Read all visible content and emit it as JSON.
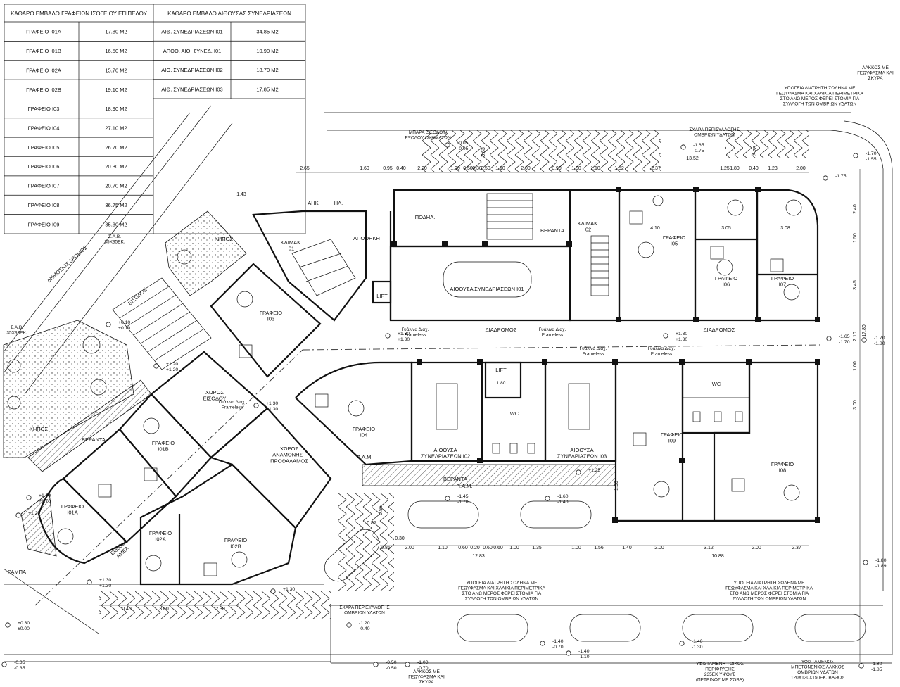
{
  "tables": {
    "left": {
      "title": "ΚΑΘΑΡΟ ΕΜΒΑΔΟ ΓΡΑΦΕΙΩΝ ΙΣΟΓΕΙΟΥ ΕΠΙΠΕΔΟΥ",
      "rows": [
        {
          "name": "ΓΡΑΦΕΙΟ I01A",
          "area": "17.80 Μ2"
        },
        {
          "name": "ΓΡΑΦΕΙΟ I01B",
          "area": "16.50 Μ2"
        },
        {
          "name": "ΓΡΑΦΕΙΟ I02A",
          "area": "15.70 Μ2"
        },
        {
          "name": "ΓΡΑΦΕΙΟ I02B",
          "area": "19.10 Μ2"
        },
        {
          "name": "ΓΡΑΦΕΙΟ I03",
          "area": "18.90 Μ2"
        },
        {
          "name": "ΓΡΑΦΕΙΟ I04",
          "area": "27.10 Μ2"
        },
        {
          "name": "ΓΡΑΦΕΙΟ I05",
          "area": "26.70 Μ2"
        },
        {
          "name": "ΓΡΑΦΕΙΟ I06",
          "area": "20.30 Μ2"
        },
        {
          "name": "ΓΡΑΦΕΙΟ I07",
          "area": "20.70 Μ2"
        },
        {
          "name": "ΓΡΑΦΕΙΟ I08",
          "area": "36.75 Μ2"
        },
        {
          "name": "ΓΡΑΦΕΙΟ I09",
          "area": "35.30 Μ2"
        }
      ]
    },
    "right": {
      "title": "ΚΑΘΑΡΟ ΕΜΒΑΔΟ ΑΙΘΟΥΣΑΣ ΣΥΝΕΔΡΙΑΣΕΩΝ",
      "rows": [
        {
          "name": "ΑΙΘ. ΣΥΝΕΔΡΙΑΣΕΩΝ I01",
          "area": "34.85 Μ2"
        },
        {
          "name": "ΑΠΟΘ. ΑΙΘ. ΣΥΝΕΔ. I01",
          "area": "10.90 Μ2"
        },
        {
          "name": "ΑΙΘ. ΣΥΝΕΔΡΙΑΣΕΩΝ I02",
          "area": "18.70 Μ2"
        },
        {
          "name": "ΑΙΘ. ΣΥΝΕΔΡΙΑΣΕΩΝ I03",
          "area": "17.85 Μ2"
        }
      ]
    }
  },
  "rooms": {
    "office_i03": "ΓΡΑΦΕΙΟ\nI03",
    "office_i04": "ΓΡΑΦΕΙΟ\nI04",
    "office_i05": "ΓΡΑΦΕΙΟ\nI05",
    "office_i06": "ΓΡΑΦΕΙΟ\nI06",
    "office_i07": "ΓΡΑΦΕΙΟ\nI07",
    "office_i08": "ΓΡΑΦΕΙΟ\nI08",
    "office_i09": "ΓΡΑΦΕΙΟ\nI09",
    "office_i01a": "ΓΡΑΦΕΙΟ\nI01A",
    "office_i01b": "ΓΡΑΦΕΙΟ\nI01B",
    "office_i02a": "ΓΡΑΦΕΙΟ\nI02A",
    "office_i02b": "ΓΡΑΦΕΙΟ\nI02B",
    "meeting_i01": "ΑΙΘΟΥΣΑ ΣΥΝΕΔΡΙΑΣΕΩΝ I01",
    "meeting_i02": "ΑΙΘΟΥΣΑ\nΣΥΝΕΔΡΙΑΣΕΩΝ I02",
    "meeting_i03": "ΑΙΘΟΥΣΑ\nΣΥΝΕΔΡΙΑΣΕΩΝ I03",
    "storage": "ΑΠΟΘΗΚΗ",
    "stair_01": "ΚΛΙΜΑΚ.\n01",
    "stair_02": "ΚΛΙΜΑΚ.\n02",
    "lift_top": "LIFT",
    "lift_mid": "LIFT",
    "wc_a": "WC",
    "wc_b": "WC",
    "corridor_a": "ΔΙΑΔΡΟΜΟΣ",
    "corridor_b": "ΔΙΑΔΡΟΜΟΣ",
    "entrance_space": "ΧΩΡΟΣ\nΕΙΣΟΔΟΥ",
    "waiting": "ΧΩΡΟΣ\nΑΝΑΜΟΝΗΣ -\nΠΡΟΘΑΛΑΜΟΣ",
    "entrance": "ΕΙΣΟΔΟΣ",
    "veranda_top": "ΒΕΡΑΝΤΑ",
    "veranda_left": "ΒΕΡΑΝΤΑ",
    "veranda_bottom": "ΒΕΡΑΝΤΑ",
    "garden_top": "ΚΗΠΟΣ",
    "garden_left": "ΚΗΠΟΣ",
    "public_road": "ΔΗΜΟΣΙΟΣ ΔΡΟΜΟΣ",
    "ramp": "ΡΑΜΠΑ",
    "disabled_entrance": "Είσοδος\nΑΜΕΑ",
    "parking_area": "ΠΟΔΗΛ.",
    "ank": "ΑΗΚ",
    "hl": "ΗΛ.",
    "pam_a": "Π.Α.Μ.",
    "pam_b": "Π.Α.Μ."
  },
  "annotations": {
    "barrier": "ΜΠΑΡΑ ΕΙΣΟΔΟΥ/\nΕΞΟΔΟΥ ΟΧΗΜΑΤΩΝ",
    "grate_top": "ΣΧΑΡΑ ΠΕΡΙΣΥΛΛΟΓΗΣ\nΟΜΒΡΙΩΝ ΥΔΑΤΩΝ",
    "grate_bottom": "ΣΧΑΡΑ ΠΕΡΙΣΥΛΛΟΓΗΣ\nΟΜΒΡΙΩΝ ΥΔΑΤΩΝ",
    "pit_top": "ΛΑΚΚΟΣ ΜΕ\nΓΕΩΥΦΑΣΜΑ ΚΑΙ\nΣΚΥΡΑ",
    "pit_bottom": "ΛΑΚΚΟΣ ΜΕ\nΓΕΩΥΦΑΣΜΑ ΚΑΙ\nΣΚΥΡΑ",
    "pipe_top": "ΥΠΟΓΕΙΑ ΔΙΑΤΡΗΤΗ ΣΩΛΗΝΑ ΜΕ\nΓΕΩΥΦΑΣΜΑ ΚΑΙ ΧΑΛΙΚΙΑ ΠΕΡΙΜΕΤΡΙΚΑ\nΣΤΟ ΑΝΩ ΜΕΡΟΣ ΦΕΡΕΙ ΣΤΟΜΙΑ ΓΙΑ\nΣΥΛΛΟΓΗ ΤΩΝ ΟΜΒΡΙΩΝ ΥΔΑΤΩΝ",
    "pipe_mid": "ΥΠΟΓΕΙΑ ΔΙΑΤΡΗΤΗ ΣΩΛΗΝΑ ΜΕ\nΓΕΩΥΦΑΣΜΑ ΚΑΙ ΧΑΛΙΚΙΑ ΠΕΡΙΜΕΤΡΙΚΑ\nΣΤΟ ΑΝΩ ΜΕΡΟΣ ΦΕΡΕΙ ΣΤΟΜΙΑ ΓΙΑ\nΣΥΛΛΟΓΗ ΤΩΝ ΟΜΒΡΙΩΝ ΥΔΑΤΩΝ",
    "pipe_right": "ΥΠΟΓΕΙΑ ΔΙΑΤΡΗΤΗ ΣΩΛΗΝΑ ΜΕ\nΓΕΩΥΦΑΣΜΑ ΚΑΙ ΧΑΛΙΚΙΑ ΠΕΡΙΜΕΤΡΙΚΑ\nΣΤΟ ΑΝΩ ΜΕΡΟΣ ΦΕΡΕΙ ΣΤΟΜΙΑ ΓΙΑ\nΣΥΛΛΟΓΗ ΤΩΝ ΟΜΒΡΙΩΝ ΥΔΑΤΩΝ",
    "existing_wall": "ΥΦΙΣΤΑΜΕΝΗ ΤΟΙΧΟΣ\nΠΕΡΙΦΡΑΞΗΣ\n235ΕΚ ΥΨΟΥΣ\n(ΠΕΤΡΙΝΟΣ ΜΕ ΣΟΒΑ)",
    "existing_pit": "ΥΦΙΣΤΑΜΕΝΟΣ\nΜΠΕΤΟΝΕΝΙΟΣ ΛΑΚΚΟΣ\nΟΜΒΡΙΩΝ ΥΔΑΤΩΝ\n120Χ130Χ150ΕΚ. ΒΑΘΟΣ",
    "sab_top": "Σ.Α.Β.\n35Χ35ΕΚ.",
    "sab_left": "Σ.Α.Β.\n35Χ35ΕΚ.",
    "glass_a": "Γυάλινα Διαχ.\nFrameless",
    "glass_b": "Γυάλινα Διαχ.\nFrameless",
    "glass_c": "Γυάλινα Διαχ.\nFrameless",
    "glass_d": "Γυάλινα Διαχ.\nFrameless",
    "glass_e": "Γυάλινα Διαχ.\nFrameless",
    "lift_note": "1.80"
  },
  "levels": {
    "l01": "-0.05\n-0.05",
    "l02": "-1.65\n-0.75",
    "l03": "-1.70\n-1.55",
    "l04": "-1.75",
    "l05": "+0.10\n+0.10",
    "l06": "+1.30\n+1.30",
    "l07": "+1.30\n+1.30",
    "l08": "+1.20\n+1.20",
    "l09": "+1.30\n+1.30",
    "l10": "-1.65\n-1.70",
    "l11": "-1.70\n-1.80",
    "l12": "+1.25",
    "l13": "-1.45\n-1.70",
    "l14": "-1.60\n-1.40",
    "l15": "+1.70\n+1.70",
    "l16": "+1.20",
    "l17": "+1.30\n+1.30",
    "l18": "+1.30",
    "l19": "+0.30\n±0.00",
    "l20": "-0.35\n-0.35",
    "l21": "-1.20\n-0.40",
    "l22": "-0.50\n-0.50",
    "l23": "-1.00\n-0.70",
    "l24": "-1.40\n-0.70",
    "l25": "-1.40\n-1.10",
    "l26": "-1.40\n-1.30",
    "l27": "-1.80\n-1.89",
    "l28": "-1.80\n-1.85"
  },
  "dimensions": {
    "top_row": [
      "2.65",
      "1.60",
      "0.95",
      "0.40",
      "2.00",
      "1.20",
      "0.50",
      "0.30",
      "0.50",
      "1.10",
      "2.00",
      "0.90",
      "1.00",
      "1.10",
      "1.52",
      "2.37"
    ],
    "top_right": [
      "13.52",
      "1.25",
      "1.80",
      "0.40",
      "1.23",
      "2.00"
    ],
    "bottom_row": [
      "0.85",
      "2.00",
      "1.10",
      "0.60",
      "0.20",
      "0.60",
      "0.60",
      "1.00",
      "1.35",
      "1.00",
      "1.56",
      "1.40",
      "2.00",
      "3.12",
      "2.00",
      "2.37"
    ],
    "bottom_totals": [
      "12.83",
      "10.88"
    ],
    "right_col": [
      "2.40",
      "1.50",
      "3.45",
      "2.10",
      "1.00",
      "3.00",
      "17.80"
    ],
    "left_bottom": [
      "0.40",
      "3.60",
      "2.30"
    ],
    "misc": [
      "4.10",
      "3.05",
      "3.08",
      "3.63",
      "3.28",
      "1.43",
      "0.30",
      "0.85",
      "0.95",
      "1.50"
    ]
  }
}
